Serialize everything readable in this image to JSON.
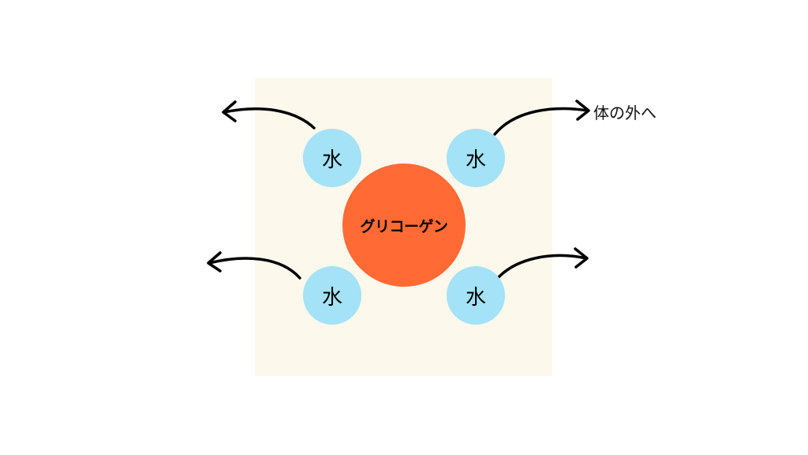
{
  "diagram": {
    "center_label": "グリコーゲン",
    "water_label": "水",
    "out_label": "体の外へ"
  },
  "colors": {
    "panel": "#fdf8ec",
    "glycogen": "#ff6a35",
    "water": "#a3e2f7",
    "arrow": "#000000"
  }
}
